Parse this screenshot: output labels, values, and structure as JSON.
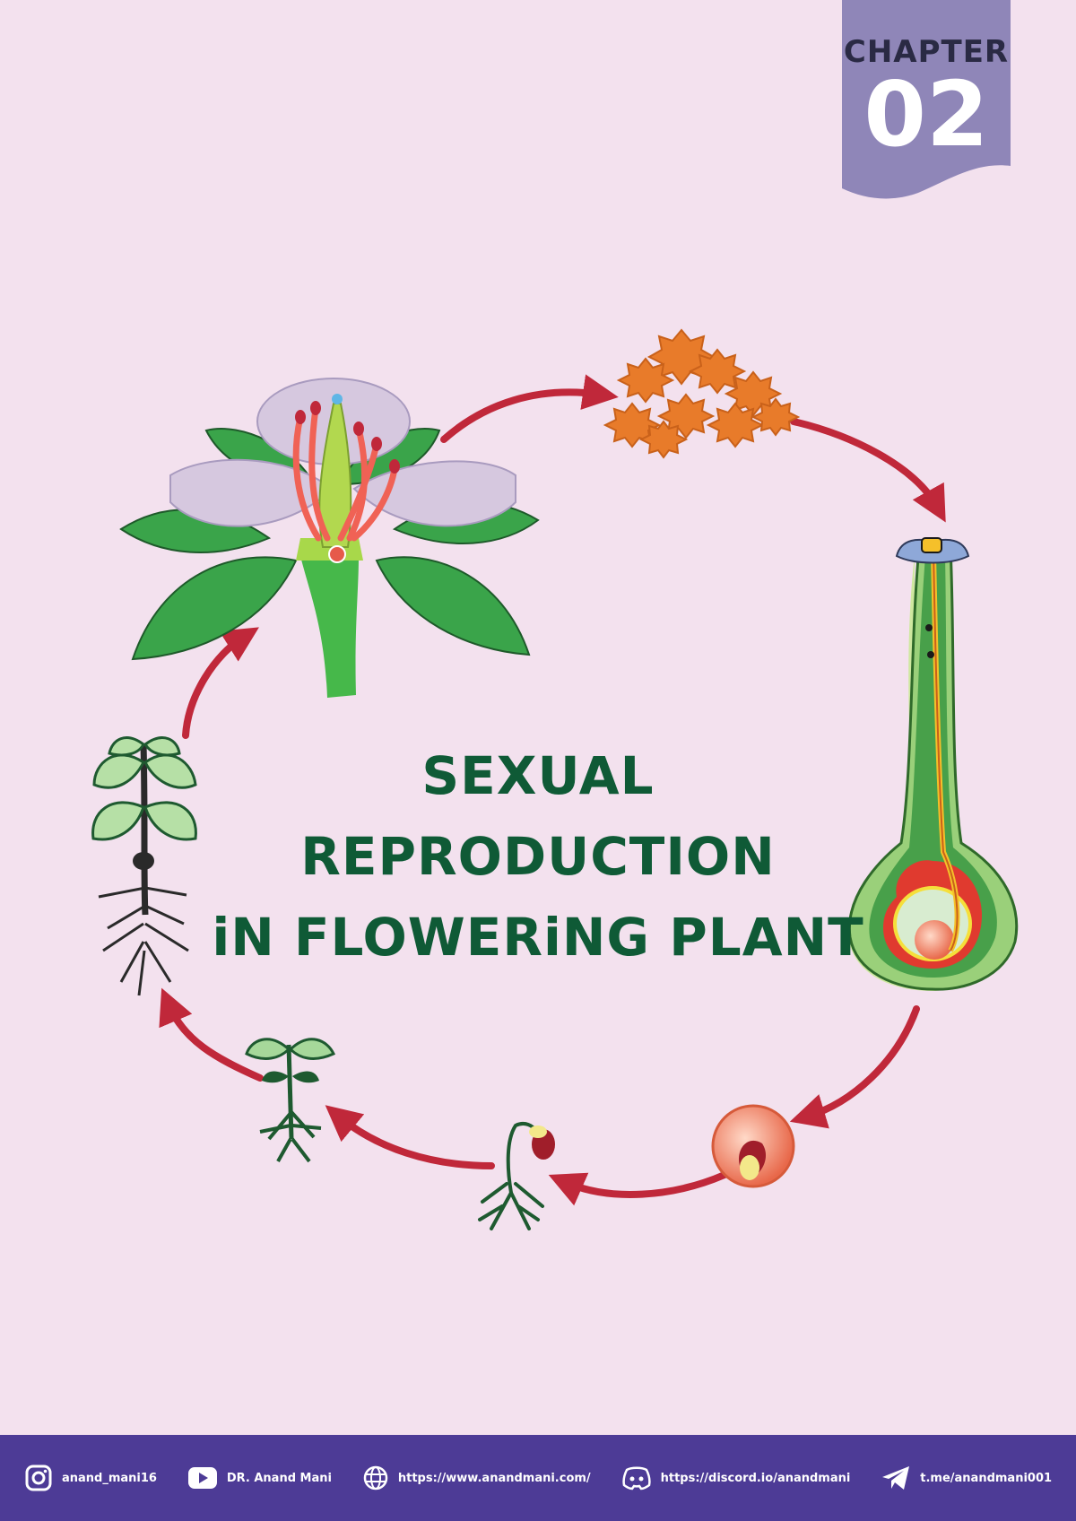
{
  "chapter": {
    "label": "CHAPTER",
    "number": "02"
  },
  "title": {
    "line1": "SEXUAL REPRODUCTION",
    "line2": "iN FLOWERiNG PLANT"
  },
  "footer": {
    "instagram": "anand_mani16",
    "youtube": "DR. Anand Mani",
    "website": "https://www.anandmani.com/",
    "discord": "https://discord.io/anandmani",
    "telegram": "t.me/anandmani001"
  },
  "colors": {
    "background": "#f3e1ee",
    "tab": "#8f86b8",
    "title": "#0f5a36",
    "footer": "#4d3b96",
    "arrow": "#c0283a"
  }
}
